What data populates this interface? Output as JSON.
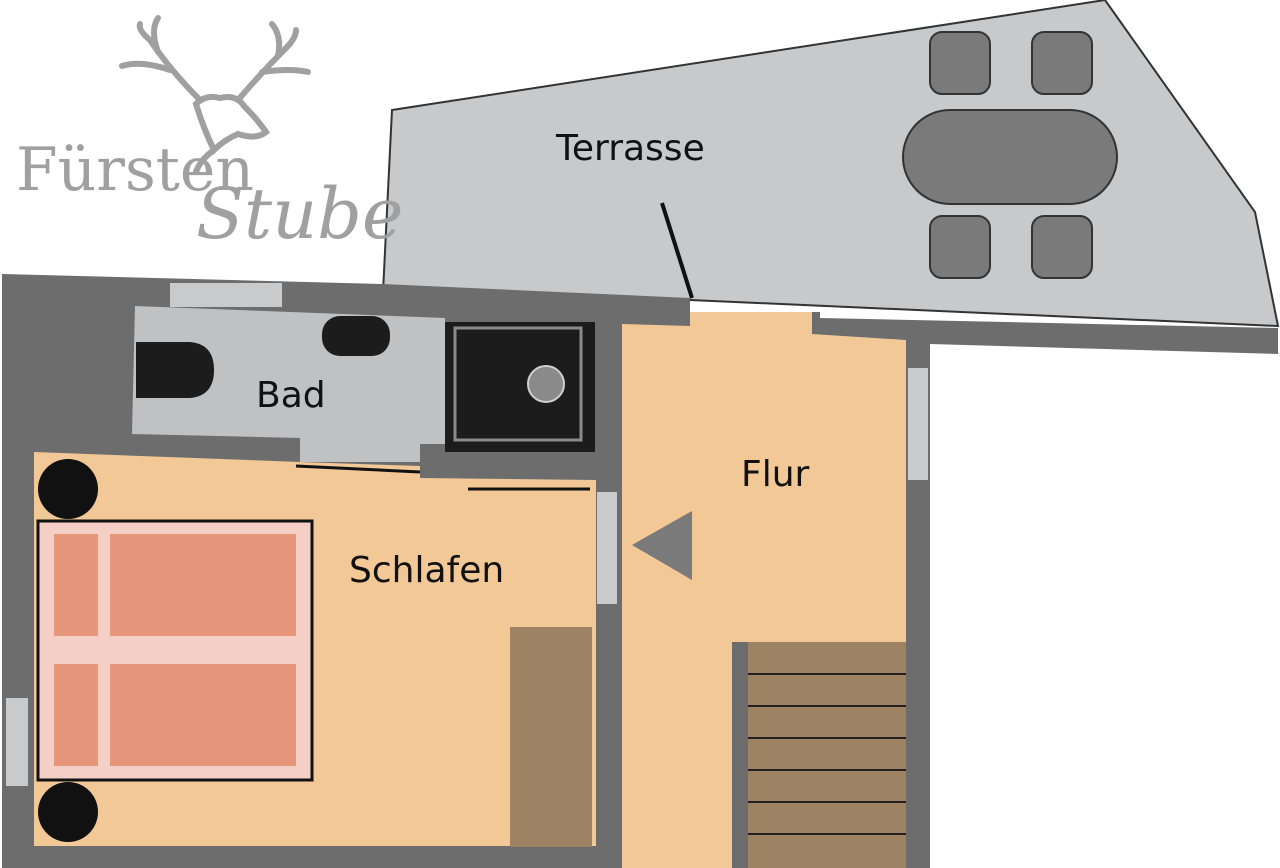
{
  "logo": {
    "text_part1": "Fürsten",
    "text_part2": "Stube",
    "icon": "stag-head-icon"
  },
  "rooms": {
    "terrace": "Terrasse",
    "bath": "Bad",
    "hall": "Flur",
    "bedroom": "Schlafen"
  },
  "colors": {
    "wall": "#6d6d6d",
    "terrace": "#c8c9cb",
    "furniture_dark": "#7a7a7a",
    "floor_wood": "#f2c896",
    "bath_floor": "#c0c1c3",
    "bed_frame": "#f4cfc6",
    "bed_mattress": "#e6967a",
    "wardrobe": "#9e8264",
    "stairs": "#9e8264",
    "fixtures": "#1c1c1c",
    "window": "#c8cacc"
  }
}
